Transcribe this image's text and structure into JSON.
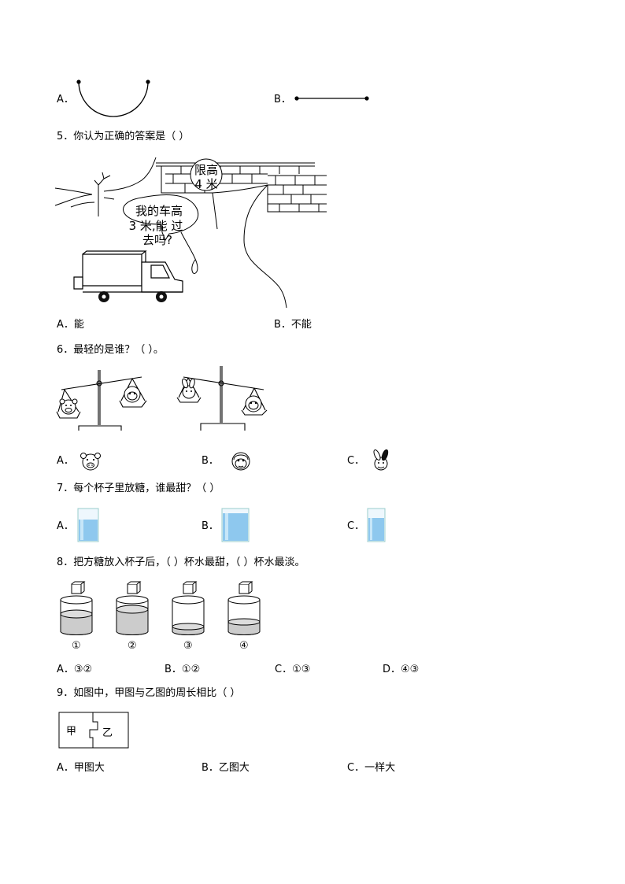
{
  "q4": {
    "option_a": "A．",
    "option_b": "B．"
  },
  "q5": {
    "question": "5．你认为正确的答案是（    ）",
    "sign_line1": "限高",
    "sign_line2": "4 米",
    "bubble_line1": "我的车高",
    "bubble_line2": "3 米,能 过",
    "bubble_line3": "去吗?",
    "option_a": "A．能",
    "option_b": "B．不能"
  },
  "q6": {
    "question": "6．最轻的是谁？（        ）。",
    "option_a": "A．",
    "option_b": "B．",
    "option_c": "C．"
  },
  "q7": {
    "question": "7．每个杯子里放糖，谁最甜？（        ）",
    "option_a": "A．",
    "option_b": "B．",
    "option_c": "C．"
  },
  "q8": {
    "question": "8．把方糖放入杯子后，（        ）杯水最甜，（        ）杯水最淡。",
    "cups": [
      "①",
      "②",
      "③",
      "④"
    ],
    "option_a": "A．③②",
    "option_b": "B．①②",
    "option_c": "C．①③",
    "option_d": "D．④③"
  },
  "q9": {
    "question": "9．如图中，甲图与乙图的周长相比（        ）",
    "label_jia": "甲",
    "label_yi": "乙",
    "option_a": "A．甲图大",
    "option_b": "B．乙图大",
    "option_c": "C．一样大"
  },
  "colors": {
    "water": "#8ec8ee",
    "sugar_water": "#cccccc",
    "ink": "#000000"
  }
}
